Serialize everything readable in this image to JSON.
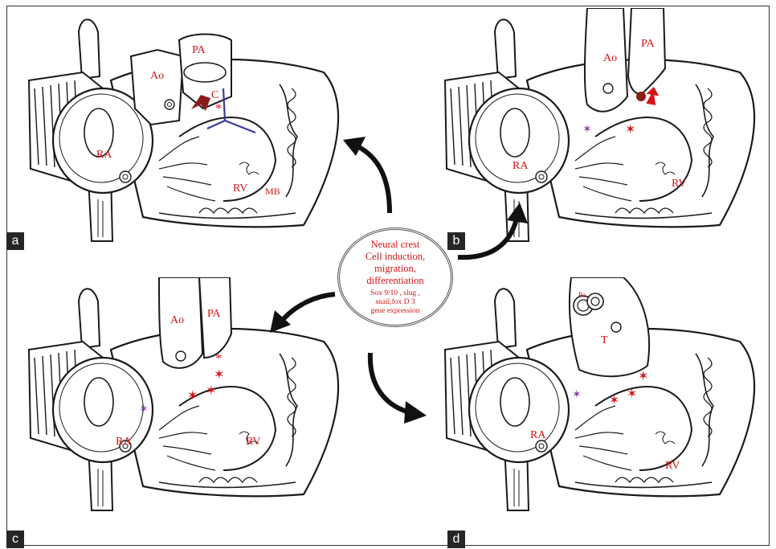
{
  "center": {
    "line1": "Neural crest",
    "line2": "Cell induction,",
    "line3": "migration,",
    "line4": "differentiation",
    "genes1": "Sox 9/10 , slug ,",
    "genes2": "snail,fox D 3",
    "genes3": "gene expression"
  },
  "panels": {
    "a": {
      "letter": "a",
      "ra": "RA",
      "ao": "Ao",
      "pa": "PA",
      "c": "C",
      "asterisk": "*",
      "rv": "RV",
      "mb": "MB"
    },
    "b": {
      "letter": "b",
      "ra": "RA",
      "ao": "Ao",
      "pa": "PA",
      "rv": "RV"
    },
    "c": {
      "letter": "c",
      "ra": "RA",
      "ao": "Ao",
      "pa": "PA",
      "asterisk": "*",
      "rv": "RV"
    },
    "d": {
      "letter": "d",
      "ra": "RA",
      "t": "T",
      "pa": "Pa",
      "rv": "RV"
    }
  },
  "colors": {
    "label_red": "#d41414",
    "line": "#1a1a1a",
    "star_purple": "#8a3aa8",
    "blue_line": "#3a3a9a",
    "badge": "#262626"
  }
}
